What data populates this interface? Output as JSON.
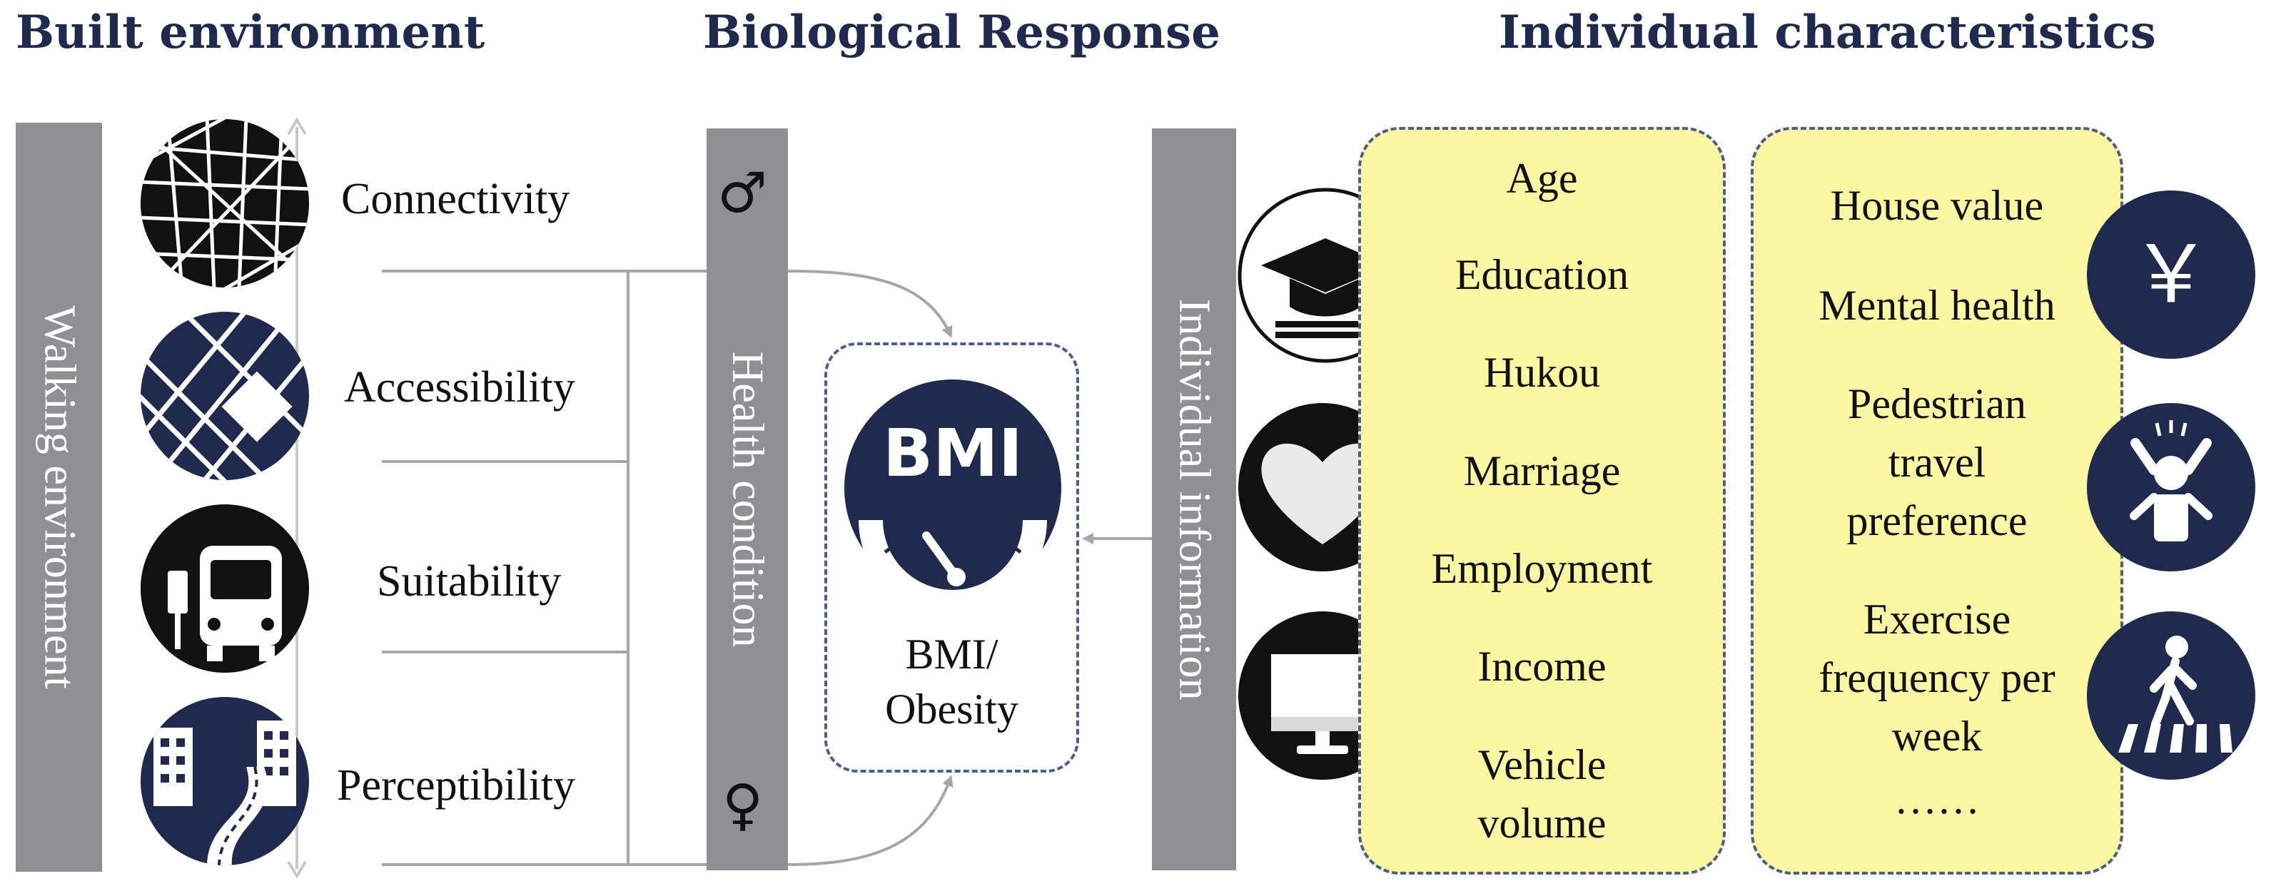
{
  "titles": {
    "built_environment": "Built environment",
    "biological_response": "Biological Response",
    "individual_characteristics": "Individual characteristics"
  },
  "bars": {
    "walking_environment": "Walking environment",
    "health_condition": "Health condition",
    "individual_information": "Individual information"
  },
  "built_items": {
    "connectivity": "Connectivity",
    "accessibility": "Accessibility",
    "suitability": "Suitability",
    "perceptibility": "Perceptibility"
  },
  "health": {
    "male_symbol": "♂",
    "female_symbol": "♀",
    "bmi_icon_text": "BMI",
    "bmi_line1": "BMI/",
    "bmi_line2": "Obesity"
  },
  "individual_left": {
    "age": "Age",
    "education": "Education",
    "hukou": "Hukou",
    "marriage": "Marriage",
    "employment": "Employment",
    "income": "Income",
    "vehicle_line1": "Vehicle",
    "vehicle_line2": "volume"
  },
  "individual_right": {
    "house_value": "House value",
    "mental_health": "Mental health",
    "pedestrian_line1": "Pedestrian",
    "pedestrian_line2": "travel",
    "pedestrian_line3": "preference",
    "exercise_line1": "Exercise",
    "exercise_line2": "frequency per",
    "exercise_line3": "week",
    "ellipsis": "……",
    "yen_symbol": "￥"
  },
  "colors": {
    "navy": "#1f2a4e",
    "gray_bar": "#8f9094",
    "yellow_fill": "#fbf7a3",
    "dash_border": "#4a5f8f",
    "connector": "#a6a6a6"
  },
  "icons": {
    "connectivity": "street-map-icon",
    "accessibility": "grid-map-icon",
    "suitability": "bus-stop-icon",
    "perceptibility": "city-road-icon",
    "education": "graduation-cap-icon",
    "marriage": "heart-icon",
    "employment": "computer-monitor-icon",
    "house_value": "yen-icon",
    "mental_health": "stressed-person-icon",
    "pedestrian": "pedestrian-crossing-icon",
    "bmi": "bmi-gauge-icon"
  }
}
